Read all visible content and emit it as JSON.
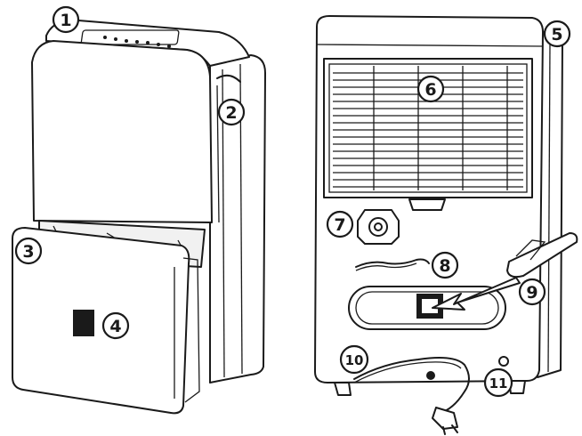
{
  "callouts": [
    {
      "id": "1",
      "label": "1"
    },
    {
      "id": "2",
      "label": "2"
    },
    {
      "id": "3",
      "label": "3"
    },
    {
      "id": "4",
      "label": "4"
    },
    {
      "id": "5",
      "label": "5"
    },
    {
      "id": "6",
      "label": "6"
    },
    {
      "id": "7",
      "label": "7"
    },
    {
      "id": "8",
      "label": "8"
    },
    {
      "id": "9",
      "label": "9"
    },
    {
      "id": "10",
      "label": "10"
    },
    {
      "id": "11",
      "label": "11"
    }
  ],
  "icons": {
    "front_view": "dehumidifier-front-view",
    "back_view": "dehumidifier-back-view",
    "plug": "power-plug-icon",
    "filter": "air-filter-icon"
  }
}
